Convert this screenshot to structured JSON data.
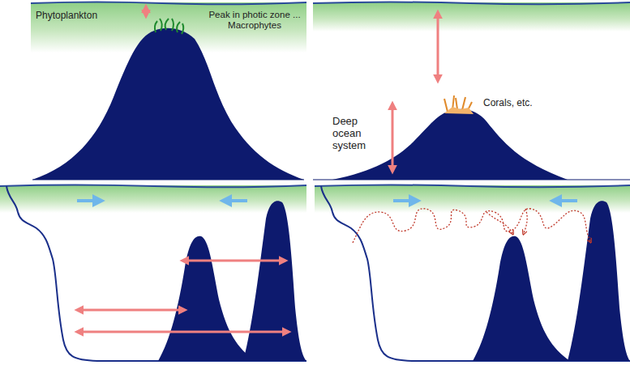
{
  "diagram": {
    "labels": [
      "Phytoplankton",
      "Peak in photic zone ... Macrophytes",
      "Corals, etc.",
      "Deep ocean system"
    ]
  }
}
